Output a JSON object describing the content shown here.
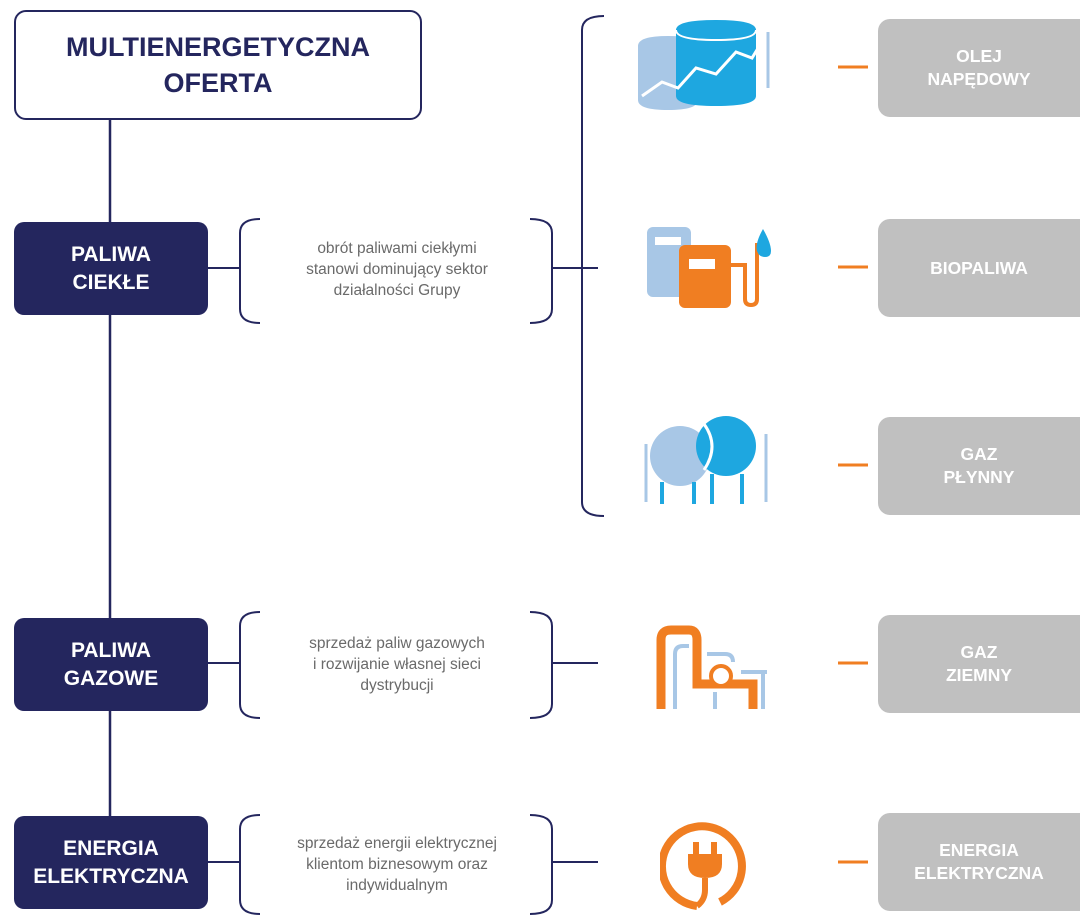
{
  "title": "MULTIENERGETYCZNA\nOFERTA",
  "categories": [
    {
      "label": "PALIWA\nCIEKŁE",
      "description": "obrót paliwami ciekłymi\nstanowi dominujący sektor\ndziałalności Grupy"
    },
    {
      "label": "PALIWA\nGAZOWE",
      "description": "sprzedaż paliw gazowych\ni rozwijanie własnej sieci\ndystrybucji"
    },
    {
      "label": "ENERGIA\nELEKTRYCZNA",
      "description": "sprzedaż energii elektrycznej\nklientom biznesowym oraz\nindywidualnym"
    }
  ],
  "products": [
    {
      "label": "OLEJ\nNAPĘDOWY",
      "icon": "fuel-tanks-icon"
    },
    {
      "label": "BIOPALIWA",
      "icon": "fuel-pump-icon"
    },
    {
      "label": "GAZ\nPŁYNNY",
      "icon": "lpg-spheres-icon"
    },
    {
      "label": "GAZ\nZIEMNY",
      "icon": "gas-pipeline-icon"
    },
    {
      "label": "ENERGIA\nELEKTRYCZNA",
      "icon": "electric-plug-icon"
    }
  ],
  "colors": {
    "navy": "#24265e",
    "orange": "#f07e22",
    "blue": "#1ea7e0",
    "light_blue": "#a8c7e6",
    "gray": "#c0c0c0",
    "text_gray": "#6a6a6a"
  }
}
